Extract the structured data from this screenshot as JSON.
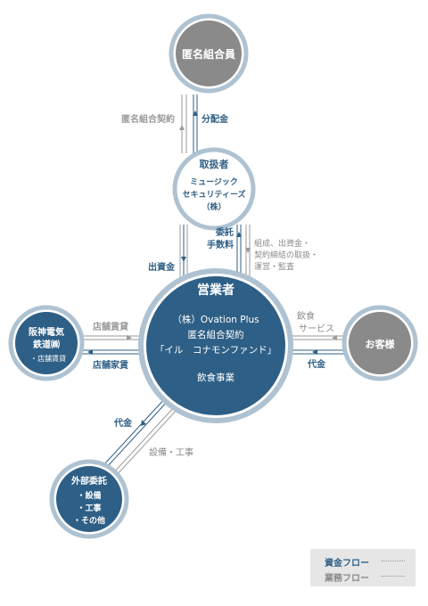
{
  "colors": {
    "navy": "#2e5f86",
    "gray": "#8a8a8a",
    "ring": "#aec2d2",
    "money_flow": "#2e5f86",
    "business_flow": "#9a9a9a"
  },
  "nodes": {
    "investors": {
      "label": "匿名組合員"
    },
    "handler": {
      "title": "取扱者",
      "lines": [
        "ミュージック",
        "セキュリティーズ",
        "（株）"
      ]
    },
    "operator": {
      "title": "営業者",
      "lines": [
        "（株）Ovation Plus",
        "匿名組合契約",
        "「イル　コナモンファンド」",
        "飲食事業"
      ]
    },
    "hanshin": {
      "lines": [
        "阪神電気",
        "鉄道㈱",
        "・店舗賃貸"
      ]
    },
    "customers": {
      "label": "お客様"
    },
    "outsource": {
      "lines": [
        "外部委託",
        "・設備",
        "・工事",
        "・その他"
      ]
    }
  },
  "flows": {
    "anonymous_partnership_contract": "匿名組合契約",
    "distribution": "分配金",
    "investment": "出資金",
    "commission_fee": "委託\n手数料",
    "formation_lines": [
      "組成、出資金・",
      "契約締結の取扱・",
      "運営・監査"
    ],
    "store_lease": "店舗賃貸",
    "store_rent": "店舗家賃",
    "food_service": "飲食\nサービス",
    "payment_right": "代金",
    "payment_left": "代金",
    "equipment_work": "設備・工事"
  },
  "legend": {
    "money": "資金フロー",
    "business": "業務フロー"
  }
}
